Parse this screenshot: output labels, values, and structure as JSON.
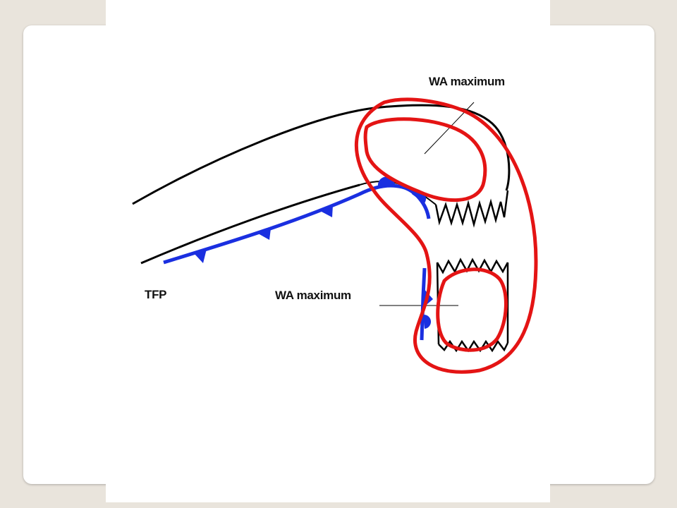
{
  "diagram": {
    "labels": {
      "wa_max_top": "WA maximum",
      "wa_max_bottom": "WA maximum",
      "tfp": "TFP"
    },
    "colors": {
      "background": "#e9e4dc",
      "card": "#ffffff",
      "outline": "#000000",
      "front": "#1a2fe0",
      "wa_contour": "#e41414"
    }
  }
}
